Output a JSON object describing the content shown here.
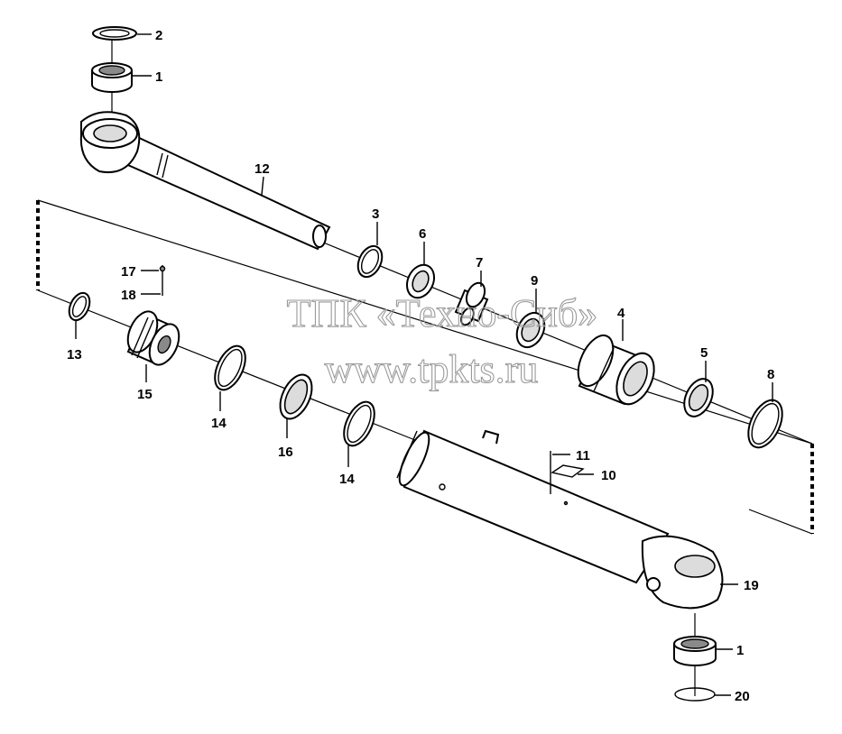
{
  "watermark": {
    "line1": "ТПК «Техно-Сиб»",
    "line2": "www.tpkts.ru"
  },
  "callouts": {
    "c1a": "1",
    "c2": "2",
    "c12": "12",
    "c3": "3",
    "c6": "6",
    "c7": "7",
    "c9": "9",
    "c4": "4",
    "c5": "5",
    "c8": "8",
    "c17": "17",
    "c18": "18",
    "c13": "13",
    "c15": "15",
    "c14a": "14",
    "c16": "16",
    "c14b": "14",
    "c11": "11",
    "c10": "10",
    "c19": "19",
    "c1b": "1",
    "c20": "20"
  }
}
